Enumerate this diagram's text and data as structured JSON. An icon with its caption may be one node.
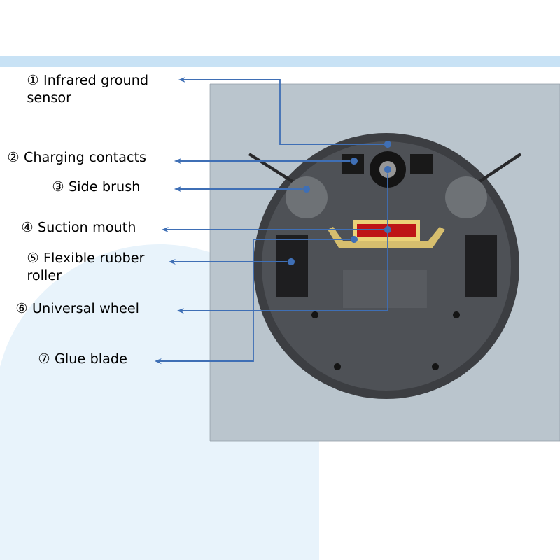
{
  "diagram": {
    "nodes": [
      {
        "text": [
          "① Infrared ground sensor"
        ]
      },
      {
        "text": [
          "② Charging contacts"
        ]
      },
      {
        "text": [
          "③ Side brush"
        ]
      },
      {
        "text": [
          "④ Suction mouth"
        ]
      },
      {
        "text": [
          "⑤ Flexible rubber roller"
        ]
      },
      {
        "text": [
          "⑥ Universal wheel"
        ]
      },
      {
        "text": [
          "⑦ Glue blade"
        ]
      },
      {
        "text": [],
        "shape": "circle"
      },
      {
        "text": [],
        "shape": "circle"
      },
      {
        "text": [],
        "shape": "circle"
      },
      {
        "text": [],
        "shape": "circle"
      },
      {
        "text": [],
        "shape": "circle"
      },
      {
        "text": [],
        "shape": "circle"
      },
      {
        "text": [],
        "shape": "circle"
      }
    ],
    "edges": [
      {
        "from": 7,
        "to": 0,
        "arrow": "to"
      },
      {
        "from": 8,
        "to": 1,
        "arrow": "to"
      },
      {
        "from": 9,
        "to": 2,
        "arrow": "to"
      },
      {
        "from": 10,
        "to": 3,
        "arrow": "to"
      },
      {
        "from": 11,
        "to": 4,
        "arrow": "to"
      },
      {
        "from": 12,
        "to": 5,
        "arrow": "to"
      },
      {
        "from": 13,
        "to": 6,
        "arrow": "to"
      }
    ]
  }
}
